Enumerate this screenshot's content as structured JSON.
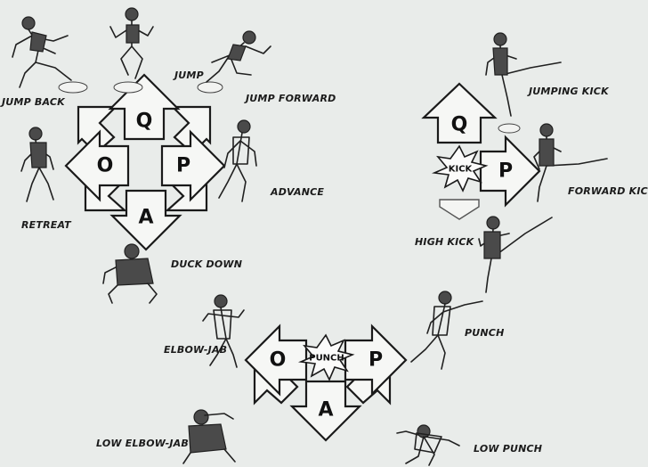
{
  "movement": {
    "keys": {
      "up": "Q",
      "left": "O",
      "right": "P",
      "down": "A"
    },
    "labels": {
      "jump_back": "JUMP BACK",
      "jump": "JUMP",
      "jump_forward": "JUMP FORWARD",
      "retreat": "RETREAT",
      "advance": "ADVANCE",
      "duck_down": "DUCK DOWN"
    }
  },
  "kick": {
    "keys": {
      "up": "Q",
      "right": "P"
    },
    "burst": "KICK",
    "labels": {
      "jumping_kick": "JUMPING KICK",
      "forward_kick": "FORWARD KICK",
      "high_kick": "HIGH KICK"
    }
  },
  "punch": {
    "keys": {
      "left": "O",
      "right": "P",
      "down": "A"
    },
    "burst": "PUNCH",
    "labels": {
      "punch": "PUNCH",
      "elbow_jab": "ELBOW-JAB",
      "low_elbow_jab": "LOW ELBOW-JAB",
      "low_punch": "LOW PUNCH"
    }
  },
  "colors": {
    "background": "#e9ecea",
    "ink": "#1a1a1a",
    "key_fill": "#f6f7f5"
  }
}
